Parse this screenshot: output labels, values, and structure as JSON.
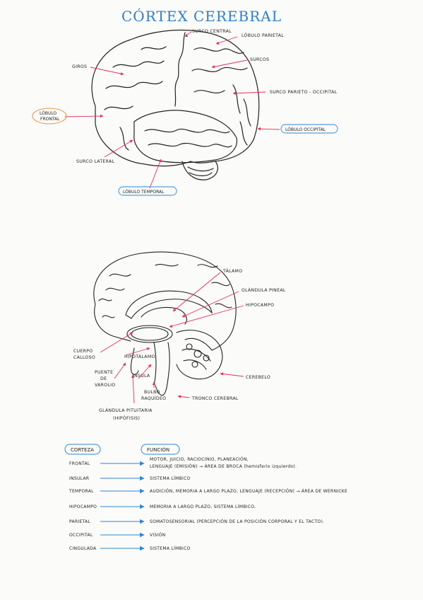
{
  "title": "CÓRTEX CEREBRAL",
  "colors": {
    "title": "#2f7fc8",
    "arrow": "#e0325a",
    "table_arrow": "#2f86d6",
    "box": "#2f86d6",
    "ink": "#222222"
  },
  "brain_lateral": {
    "labels": {
      "surco_central": "SURCO CENTRAL",
      "lobulo_parietal": "LÓBULO PARIETAL",
      "giros": "GIROS",
      "surcos": "SURCOS",
      "surco_parieto_occipital": "SURCO PARIETO - OCCIPITAL",
      "lobulo_frontal_1": "LÓBULO",
      "lobulo_frontal_2": "FRONTAL",
      "lobulo_occipital": "LÓBULO OCCIPITAL",
      "surco_lateral": "SURCO LATERAL",
      "lobulo_temporal": "LÓBULO TEMPORAL"
    }
  },
  "brain_sagittal": {
    "labels": {
      "talamo": "TÁLAMO",
      "glandula_pineal": "GLÁNDULA PINEAL",
      "hipocampo": "HIPOCAMPO",
      "cuerpo_calloso_1": "CUERPO",
      "cuerpo_calloso_2": "CALLOSO",
      "hipotalamo": "HIPOTÁLAMO",
      "insula": "ÍNSULA",
      "puente_1": "PUENTE",
      "puente_2": "DE",
      "puente_3": "VAROLIO",
      "cerebelo": "CEREBELO",
      "bulbo_1": "BULBO",
      "bulbo_2": "RAQUÍDEO",
      "tronco": "TRONCO CEREBRAL",
      "hipofisis_1": "GLÁNDULA PITUITARIA",
      "hipofisis_2": "(HIPÓFISIS)"
    }
  },
  "table": {
    "header_left": "CORTEZA",
    "header_right": "FUNCIÓN",
    "rows": [
      {
        "region": "FRONTAL",
        "function_lines": [
          "MOTOR, JUICIO, RACIOCINIO, PLANEACIÓN,",
          "LENGUAJE (EMISIÓN) → ÁREA DE BROCA (hemisferio izquierdo)."
        ]
      },
      {
        "region": "INSULAR",
        "function_lines": [
          "SISTEMA LÍMBICO"
        ]
      },
      {
        "region": "TEMPORAL",
        "function_lines": [
          "AUDICIÓN, MEMORIA A LARGO PLAZO, LENGUAJE (RECEPCIÓN) → ÁREA DE WERNICKE"
        ]
      },
      {
        "region": "HIPOCAMPO",
        "function_lines": [
          "MEMORIA A LARGO PLAZO, SISTEMA LÍMBICO."
        ]
      },
      {
        "region": "PARIETAL",
        "function_lines": [
          "SOMATOSENSORIAL (PERCEPCIÓN DE LA POSICIÓN CORPORAL Y EL TACTO)."
        ]
      },
      {
        "region": "OCCIPITAL",
        "function_lines": [
          "VISIÓN"
        ]
      },
      {
        "region": "CINGULADA",
        "function_lines": [
          "SISTEMA LÍMBICO"
        ]
      }
    ]
  }
}
